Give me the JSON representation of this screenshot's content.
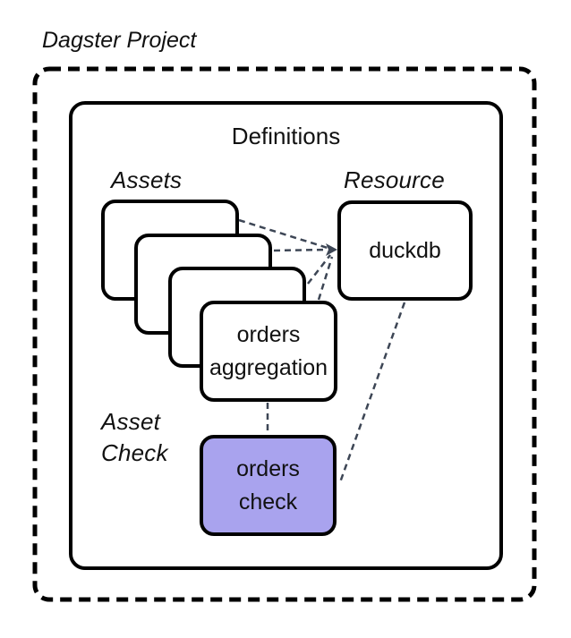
{
  "title": "Dagster Project",
  "definitions": {
    "label": "Definitions"
  },
  "groups": {
    "assets": {
      "label": "Assets"
    },
    "resource": {
      "label": "Resource"
    },
    "asset_check": {
      "line1": "Asset",
      "line2": "Check"
    }
  },
  "nodes": {
    "orders_aggregation": {
      "line1": "orders",
      "line2": "aggregation"
    },
    "duckdb": {
      "label": "duckdb"
    },
    "orders_check": {
      "line1": "orders",
      "line2": "check"
    }
  },
  "colors": {
    "box_border": "#000000",
    "check_fill": "#a9a3ee",
    "connector": "#3d4655",
    "text": "#111111"
  }
}
